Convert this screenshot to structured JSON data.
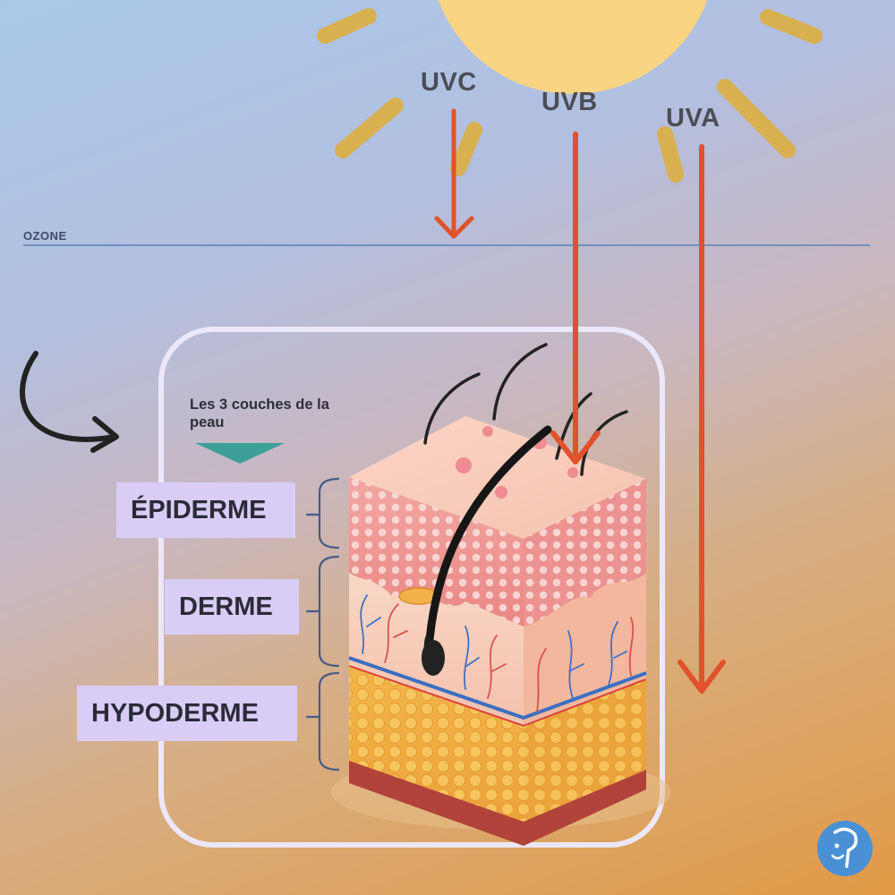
{
  "rays": {
    "uvc": "UVC",
    "uvb": "UVB",
    "uva": "UVA"
  },
  "ozone_label": "OZONE",
  "layers_title": "Les 3 couches de la peau",
  "layers": [
    {
      "label": "ÉPIDERME"
    },
    {
      "label": "DERME"
    },
    {
      "label": "HYPODERME"
    }
  ],
  "colors": {
    "sun": "#f8d483",
    "sun_rays": "#d8b050",
    "arrow": "#e0512c",
    "label_bg": "#d9cdf6",
    "frame": "#ece7fb",
    "pointer_triangle": "#3e9f98",
    "ozone_line": "#5f86b7",
    "logo": "#4a90d4"
  },
  "icons": [
    "sun-icon",
    "curved-arrow-icon",
    "logo-icon"
  ]
}
